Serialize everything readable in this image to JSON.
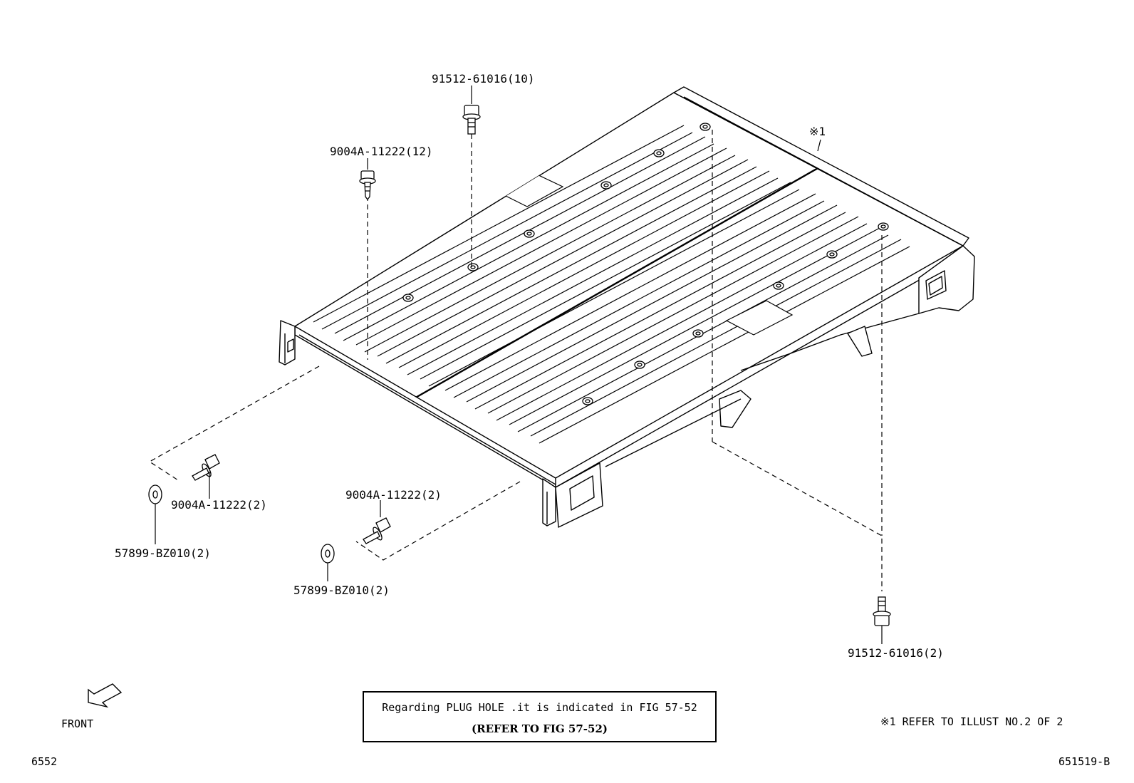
{
  "callouts": {
    "bolt_top": "91512-61016(10)",
    "screw_top": "9004A-11222(12)",
    "ref_mark": "※1",
    "screw_left": "9004A-11222(2)",
    "washer_left": "57899-BZ010(2)",
    "screw_center": "9004A-11222(2)",
    "washer_center": "57899-BZ010(2)",
    "bolt_bottom_right": "91512-61016(2)"
  },
  "front_label": "FRONT",
  "note": {
    "line1": "Regarding PLUG HOLE .it is indicated in FIG 57-52",
    "line2": "(REFER TO FIG 57-52)"
  },
  "refer_note": "※1  REFER TO ILLUST NO.2 OF 2",
  "footer": {
    "left_code": "6552",
    "right_code": "651519-B"
  }
}
